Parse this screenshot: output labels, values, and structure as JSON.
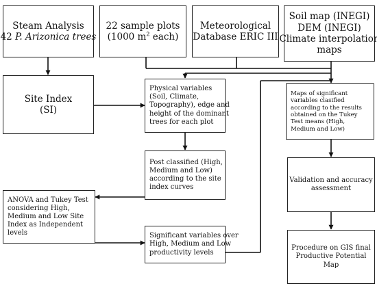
{
  "nodes": {
    "steam_analysis": {
      "line1": "Steam Analysis",
      "line2_prefix": "42 ",
      "line2_italic": "P. Arizonica trees"
    },
    "sample_plots": {
      "line1": "22 sample plots",
      "line2_prefix": "(1000 m",
      "line2_sup": "2",
      "line2_suffix": " each)"
    },
    "meteorological": {
      "line1": "Meteorological",
      "line2": "Database ERIC III"
    },
    "soil_map": {
      "line1": "Soil map (INEGI)",
      "line2": "DEM (INEGI)",
      "line3": "Climate interpolation",
      "line4": "maps"
    },
    "site_index": {
      "line1": "Site Index",
      "line2": "(SI)"
    },
    "physical_variables": {
      "line1": "Physical variables",
      "line2": "(Soil, Climate,",
      "line3": "Topography), edge and",
      "line4": "height of the dominant",
      "line5": "trees for each plot"
    },
    "maps_significant": {
      "line1": "Maps of significant",
      "line2": "variables clasified",
      "line3": "according to the results",
      "line4": "obtained on the Tukey",
      "line5": "Test means (High,",
      "line6": "Medium and Low)"
    },
    "post_classified": {
      "line1": "Post classified (High,",
      "line2": "Medium and Low)",
      "line3": "according to the site",
      "line4": "index curves"
    },
    "validation": {
      "line1": "Validation and accuracy",
      "line2": "assessment"
    },
    "anova": {
      "line1": "ANOVA and Tukey Test",
      "line2": "considering High,",
      "line3": "Medium and Low Site",
      "line4": "Index as Independent",
      "line5": "levels"
    },
    "significant_variables": {
      "line1": "Significant variables over",
      "line2": "High, Medium and Low",
      "line3": "productivity levels"
    },
    "procedure_gis": {
      "line1": "Procedure on GIS final",
      "line2": "Productive Potential",
      "line3": "Map"
    }
  },
  "colors": {
    "line": "#111111",
    "border": "#222222",
    "background": "#ffffff"
  }
}
